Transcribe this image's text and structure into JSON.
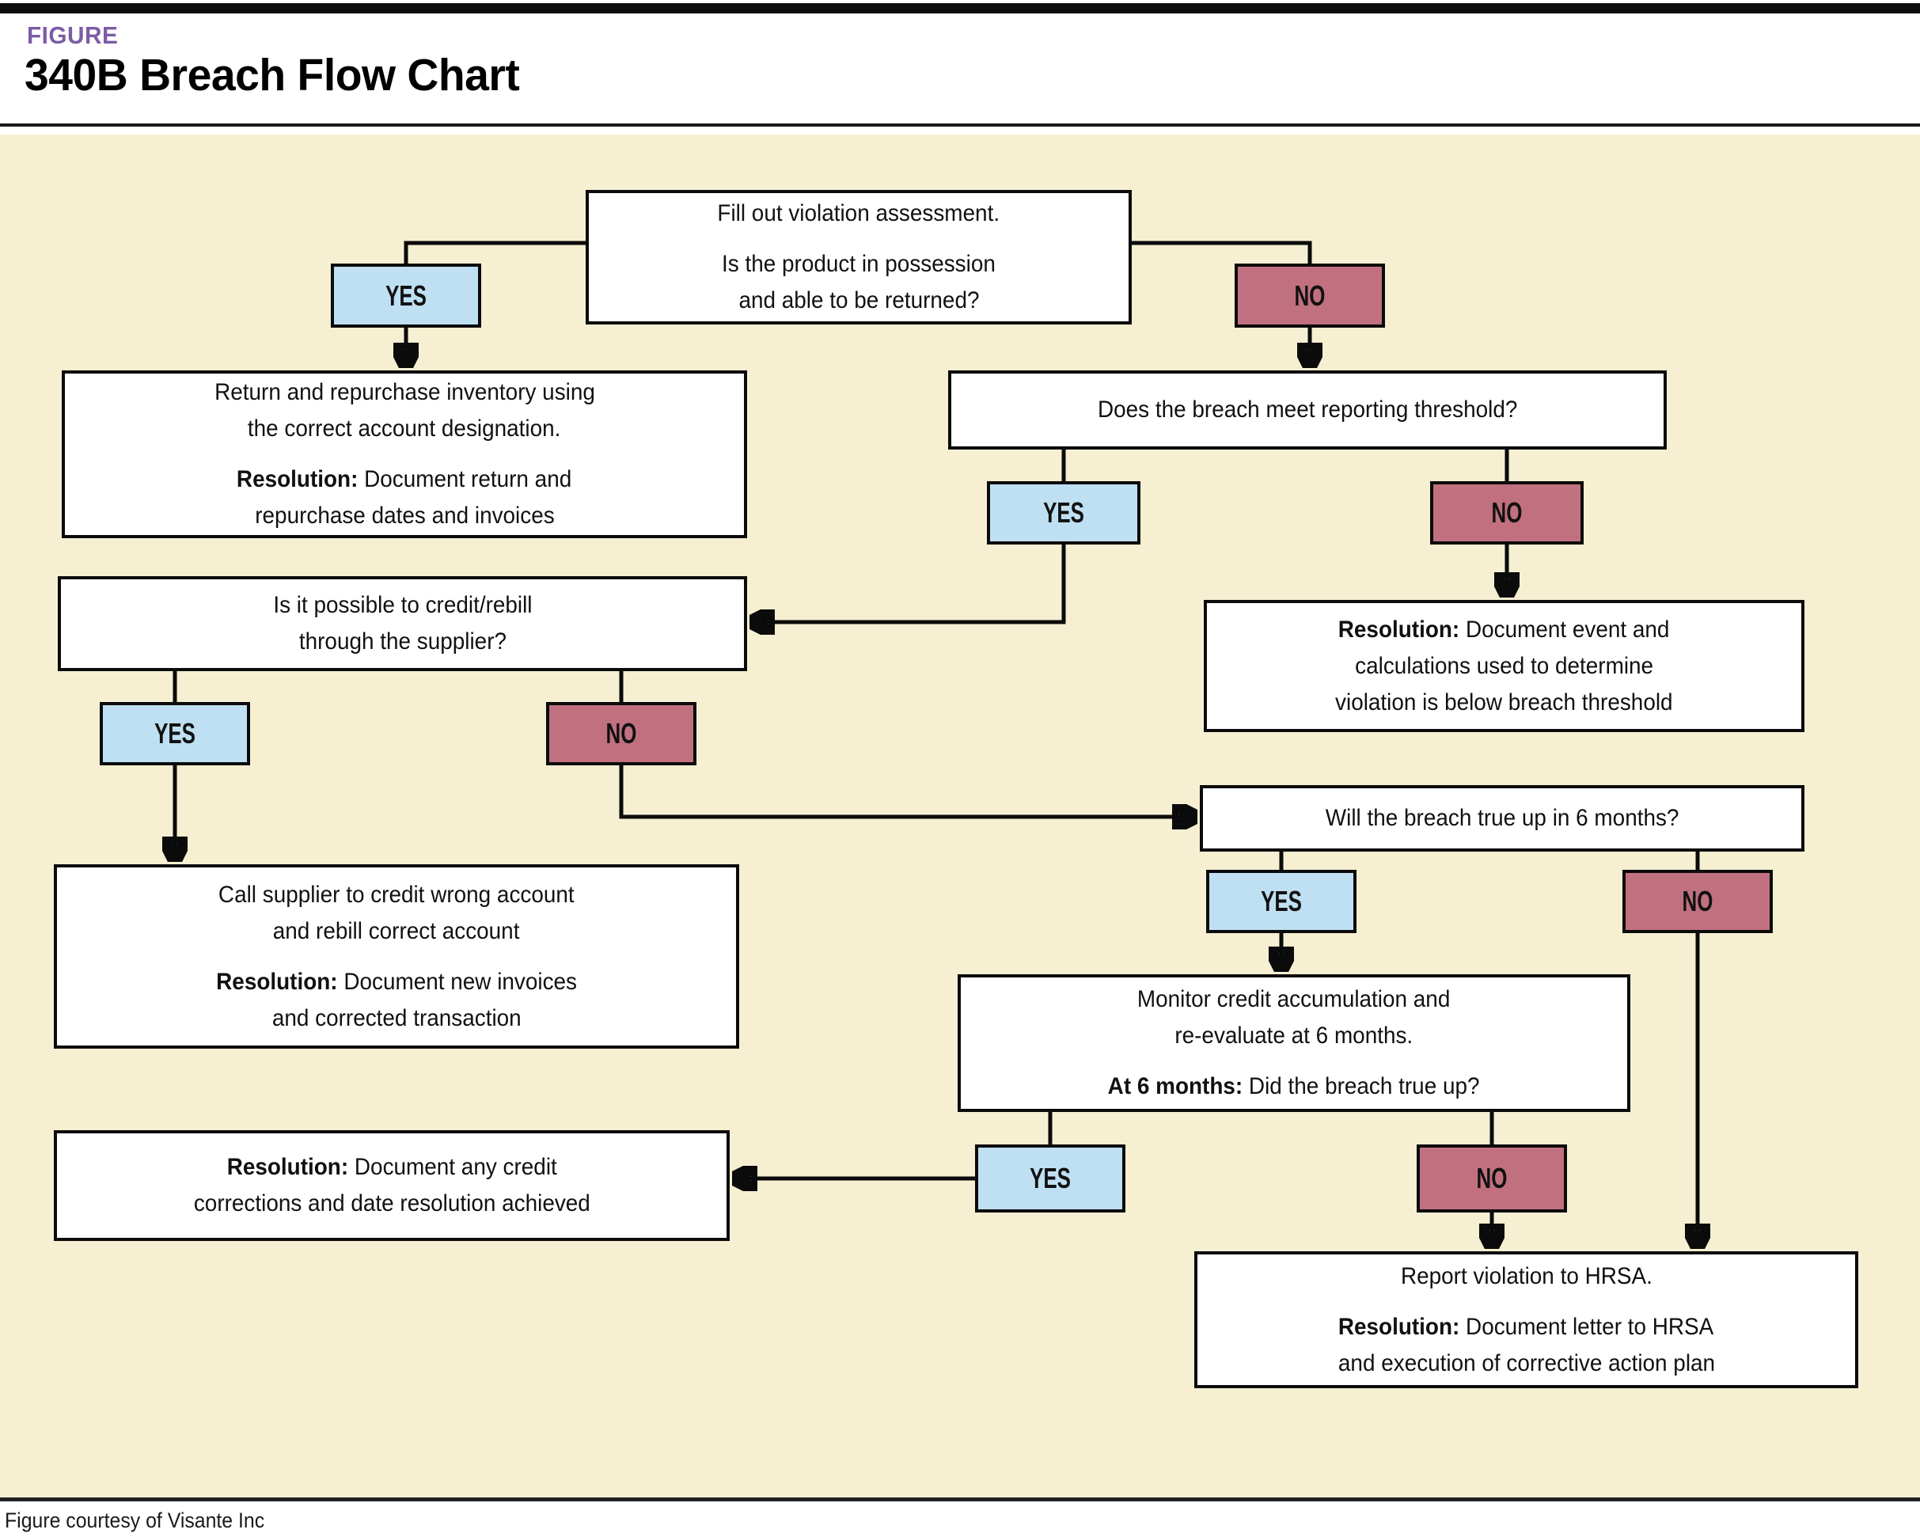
{
  "figure": {
    "kicker": "FIGURE",
    "title": "340B Breach Flow Chart",
    "credit": "Figure courtesy of Visante Inc"
  },
  "colors": {
    "cream": "#F6EFD2",
    "yes_blue": "#BEE0F2",
    "no_red": "#C17080",
    "purple": "#7C5CA6"
  },
  "labels": {
    "yes": "YES",
    "no": "NO"
  },
  "nodes": {
    "assessment": {
      "l1": "Fill out violation assessment.",
      "l2": "Is the product in possession",
      "l3": "and able to be returned?"
    },
    "return_repurchase": {
      "l1": "Return and repurchase inventory using",
      "l2": "the correct account designation.",
      "bold": "Resolution:",
      "rest": " Document return and",
      "l3": "repurchase dates and invoices"
    },
    "threshold": {
      "l1": "Does the breach meet reporting threshold?"
    },
    "rebill": {
      "l1": "Is it possible to credit/rebill",
      "l2": "through the supplier?"
    },
    "below_threshold": {
      "bold": "Resolution:",
      "rest": " Document event and",
      "l2": "calculations used to determine",
      "l3": "violation is below breach threshold"
    },
    "true_up": {
      "l1": "Will the breach true up in 6 months?"
    },
    "call_supplier": {
      "l1": "Call supplier to credit wrong account",
      "l2": "and rebill correct account",
      "bold": "Resolution:",
      "rest": " Document new invoices",
      "l3": "and corrected transaction"
    },
    "monitor": {
      "l1": "Monitor credit accumulation and",
      "l2": "re-evaluate at 6 months.",
      "bold": "At 6 months:",
      "rest": " Did the breach true up?"
    },
    "credit_resolution": {
      "bold": "Resolution:",
      "rest": " Document any credit",
      "l2": "corrections and date resolution achieved"
    },
    "report_hrsa": {
      "l1": "Report violation to HRSA.",
      "bold": "Resolution:",
      "rest": " Document letter to HRSA",
      "l3": "and execution of corrective action plan"
    }
  }
}
